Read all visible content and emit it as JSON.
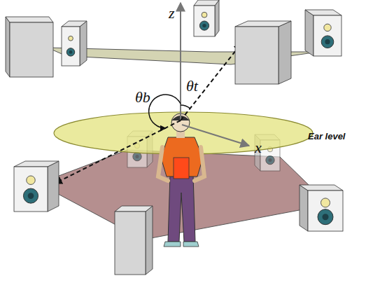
{
  "diagram": {
    "labels": [
      "z",
      "θb",
      "θt",
      "x",
      "Ear level"
    ]
  }
}
